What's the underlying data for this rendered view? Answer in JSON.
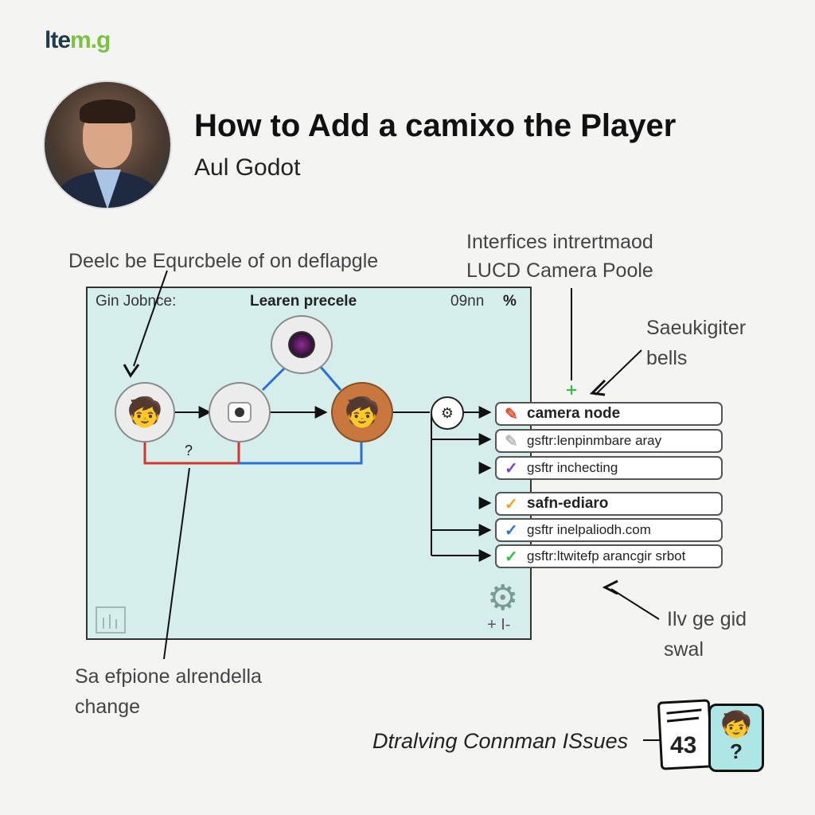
{
  "brand": {
    "logo_a": "lte",
    "logo_b": "m.g"
  },
  "header": {
    "title": "How to Add a camixo the Player",
    "subtitle": "Aul Godot"
  },
  "callouts": {
    "top_left": "Deelc be Equrcbele of on deflapgle",
    "top_right_1": "Interfices intrertmaod",
    "top_right_2": "LUCD Camera Poole",
    "right_1": "Saeukigiter",
    "right_2": "bells",
    "bottom_left_1": "Sa efpione alrendella",
    "bottom_left_2": "change",
    "bottom_right_1": "Ilv ge gid",
    "bottom_right_2": "swal"
  },
  "panel": {
    "left_label": "Gin Jobnce:",
    "center_label": "Learen precele",
    "right_label": "09nn",
    "percent": "%",
    "question_mark": "?",
    "corner_plus": "+ I-",
    "marker_v": "V",
    "marker_plus": "+"
  },
  "list": [
    {
      "label": "camera node",
      "icon": "pencil-icon",
      "color": "#e8502f",
      "bold": true
    },
    {
      "label": "gsftr:lenpinmbare aray",
      "icon": "pencil-icon",
      "color": "#bbbbbb",
      "bold": false
    },
    {
      "label": "gsftr inchecting",
      "icon": "check-icon",
      "color": "#7b3fc8",
      "bold": false
    },
    {
      "label": "safn-ediaro",
      "icon": "check-icon",
      "color": "#f0a418",
      "bold": true
    },
    {
      "label": "gsftr inelpaliodh.com",
      "icon": "check-icon",
      "color": "#2a74d6",
      "bold": false
    },
    {
      "label": "gsftr:ltwitefp arancgir srbot",
      "icon": "check-icon",
      "color": "#2fbf3f",
      "bold": false
    }
  ],
  "footer": {
    "label": "Dtralving Connman ISsues",
    "card_number": "43",
    "card_question": "?"
  }
}
